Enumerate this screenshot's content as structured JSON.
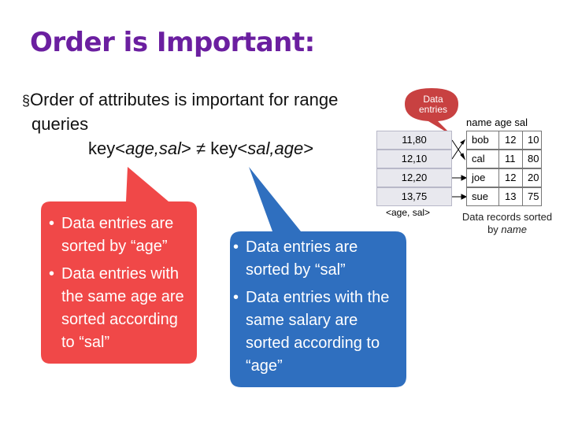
{
  "slide": {
    "title": "Order is Important:",
    "bullet": {
      "marker": "§",
      "line1": "Order of attributes is important for range",
      "line2": "queries",
      "key_left": "key<",
      "key_left_attrs": "age,sal",
      "key_mid": "> ≠ key<",
      "key_right_attrs": "sal,age",
      "key_right": ">"
    },
    "callout_red": {
      "color": "#f04848",
      "items": [
        "Data entries are sorted by “age”",
        "Data entries with the same age are sorted according to “sal”"
      ]
    },
    "callout_blue": {
      "color": "#2f6fbf",
      "items": [
        "Data entries are sorted by “sal”",
        "Data entries with the same salary are sorted according to “age”"
      ]
    },
    "data_entries_bubble": {
      "color": "#c84141",
      "label": "Data entries"
    },
    "index_entries": [
      "11,80",
      "12,10",
      "12,20",
      "13,75"
    ],
    "index_label": "<age, sal>",
    "records": {
      "header": "name  age sal",
      "rows": [
        {
          "name": "bob",
          "age": "12",
          "sal": "10"
        },
        {
          "name": "cal",
          "age": "11",
          "sal": "80"
        },
        {
          "name": "joe",
          "age": "12",
          "sal": "20"
        },
        {
          "name": "sue",
          "age": "13",
          "sal": "75"
        }
      ],
      "caption_prefix": "Data records sorted by ",
      "caption_em": "name"
    }
  }
}
